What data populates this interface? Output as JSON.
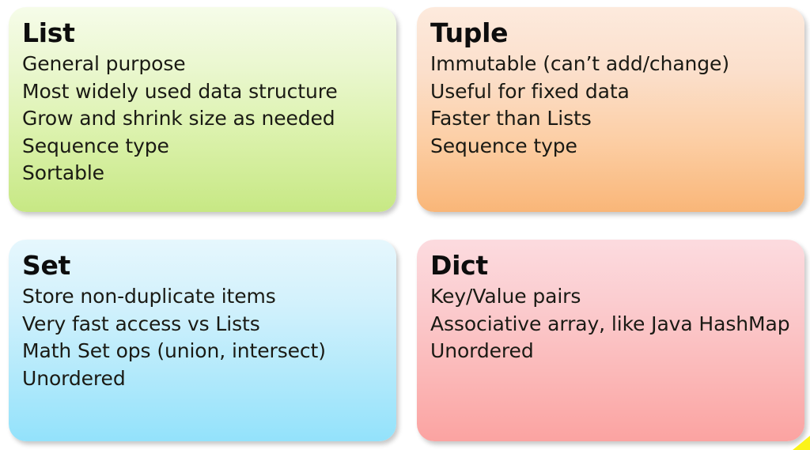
{
  "slide": {
    "background_color": "#ffffff",
    "corner_mark_color": "#fbf319",
    "cards": [
      {
        "id": "list",
        "title": "List",
        "accent_top": "#f6fce9",
        "accent_bottom": "#c7e884",
        "lines": [
          "General purpose",
          "Most widely used data structure",
          "Grow and shrink size as needed",
          "Sequence type",
          "Sortable"
        ]
      },
      {
        "id": "tuple",
        "title": "Tuple",
        "accent_top": "#fdeadd",
        "accent_bottom": "#f9b678",
        "lines": [
          "Immutable (can’t add/change)",
          "Useful for fixed data",
          "Faster than Lists",
          "Sequence type"
        ]
      },
      {
        "id": "set",
        "title": "Set",
        "accent_top": "#e6f7fd",
        "accent_bottom": "#93e2fb",
        "lines": [
          "Store non-duplicate items",
          "Very fast access vs Lists",
          "Math Set ops (union, intersect)",
          "Unordered"
        ]
      },
      {
        "id": "dict",
        "title": "Dict",
        "accent_top": "#fcdbdf",
        "accent_bottom": "#fba3a1",
        "lines": [
          "Key/Value pairs",
          "Associative array, like Java HashMap",
          "Unordered"
        ]
      }
    ]
  }
}
